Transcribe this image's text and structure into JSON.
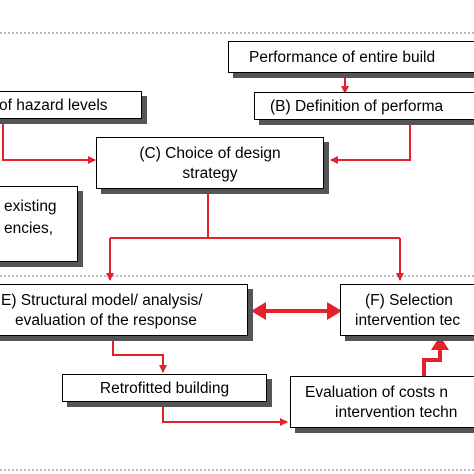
{
  "colors": {
    "arrow": "#e3222b",
    "border": "#000000",
    "shadow": "#555555",
    "dashed": "#777777"
  },
  "boxes": {
    "performance_entire": {
      "line1": "Performance of entire build"
    },
    "hazard_levels": {
      "line1": "of hazard levels"
    },
    "definition_performance": {
      "line1": "(B) Definition of performa"
    },
    "choice_design": {
      "line1": "(C) Choice of design",
      "line2": "strategy"
    },
    "existing": {
      "line1": "existing",
      "line2": "encies,"
    },
    "structural_model": {
      "line1": "E) Structural model/ analysis/",
      "line2": "evaluation of the response"
    },
    "selection": {
      "line1": "(F) Selection",
      "line2": "intervention tec"
    },
    "retrofitted": {
      "line1": "Retrofitted building"
    },
    "evaluation_costs": {
      "line1": "Evaluation of costs n",
      "line2": "intervention techn"
    }
  }
}
